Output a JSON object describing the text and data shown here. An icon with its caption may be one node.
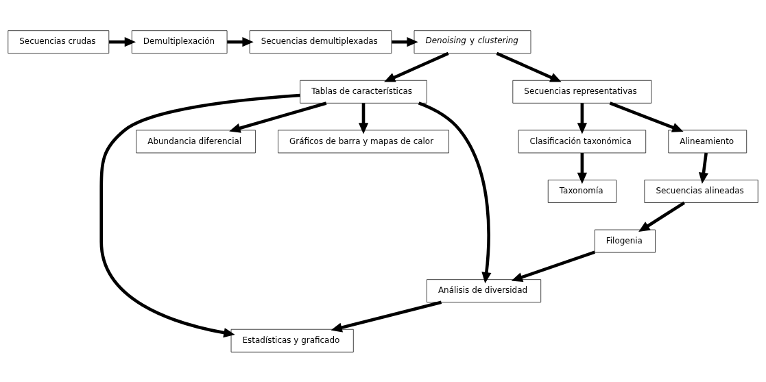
{
  "diagram": {
    "nodes": [
      {
        "text": [
          "Secuencias crudas"
        ]
      },
      {
        "text": [
          "Demultiplexación"
        ]
      },
      {
        "text": [
          "Secuencias demultiplexadas"
        ]
      },
      {
        "text": [
          "*Denoising* y *clustering*"
        ]
      },
      {
        "text": [
          "Tablas de características"
        ]
      },
      {
        "text": [
          "Secuencias representativas"
        ]
      },
      {
        "text": [
          "Estadísticas y graficado"
        ]
      },
      {
        "text": [
          "Abundancia diferencial"
        ]
      },
      {
        "text": [
          "Gráficos de barra y mapas de calor"
        ]
      },
      {
        "text": [
          "Análisis de diversidad"
        ]
      },
      {
        "text": [
          "Clasificación taxonómica"
        ]
      },
      {
        "text": [
          "Alineamiento"
        ]
      },
      {
        "text": [
          "Taxonomía"
        ]
      },
      {
        "text": [
          "Secuencias alineadas"
        ]
      },
      {
        "text": [
          "Filogenia"
        ]
      }
    ],
    "edges": [
      {
        "from": 0,
        "to": 1,
        "arrow": "to"
      },
      {
        "from": 1,
        "to": 2,
        "arrow": "to"
      },
      {
        "from": 2,
        "to": 3,
        "arrow": "to"
      },
      {
        "from": 3,
        "to": 4,
        "arrow": "to"
      },
      {
        "from": 3,
        "to": 5,
        "arrow": "to"
      },
      {
        "from": 4,
        "to": 6,
        "arrow": "to"
      },
      {
        "from": 9,
        "to": 6,
        "arrow": "to"
      },
      {
        "from": 4,
        "to": 7,
        "arrow": "to"
      },
      {
        "from": 4,
        "to": 8,
        "arrow": "to"
      },
      {
        "from": 4,
        "to": 9,
        "arrow": "to"
      },
      {
        "from": 5,
        "to": 10,
        "arrow": "to"
      },
      {
        "from": 5,
        "to": 11,
        "arrow": "to"
      },
      {
        "from": 10,
        "to": 12,
        "arrow": "to"
      },
      {
        "from": 11,
        "to": 13,
        "arrow": "to"
      },
      {
        "from": 13,
        "to": 14,
        "arrow": "to"
      },
      {
        "from": 14,
        "to": 9,
        "arrow": "to"
      }
    ]
  }
}
